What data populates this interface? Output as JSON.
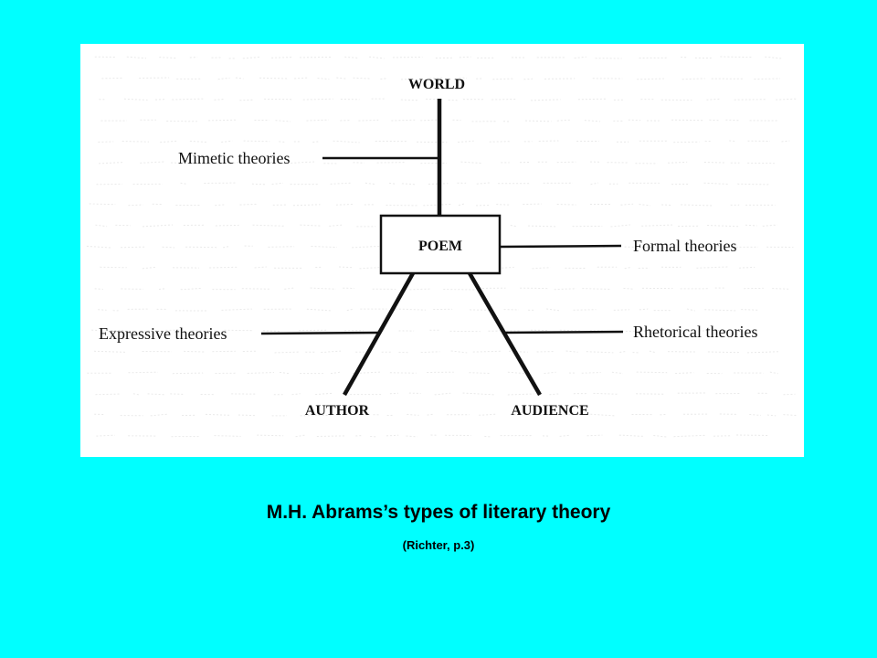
{
  "diagram": {
    "nodes": {
      "world": "WORLD",
      "poem": "POEM",
      "author": "AUTHOR",
      "audience": "AUDIENCE"
    },
    "theories": {
      "mimetic": "Mimetic theories",
      "formal": "Formal theories",
      "expressive": "Expressive theories",
      "rhetorical": "Rhetorical theories"
    }
  },
  "caption": {
    "title": "M.H. Abrams’s types of literary theory",
    "source": "(Richter, p.3)"
  },
  "colors": {
    "background": "#00FFFF",
    "panel": "#FFFFFF",
    "ink": "#111111"
  }
}
